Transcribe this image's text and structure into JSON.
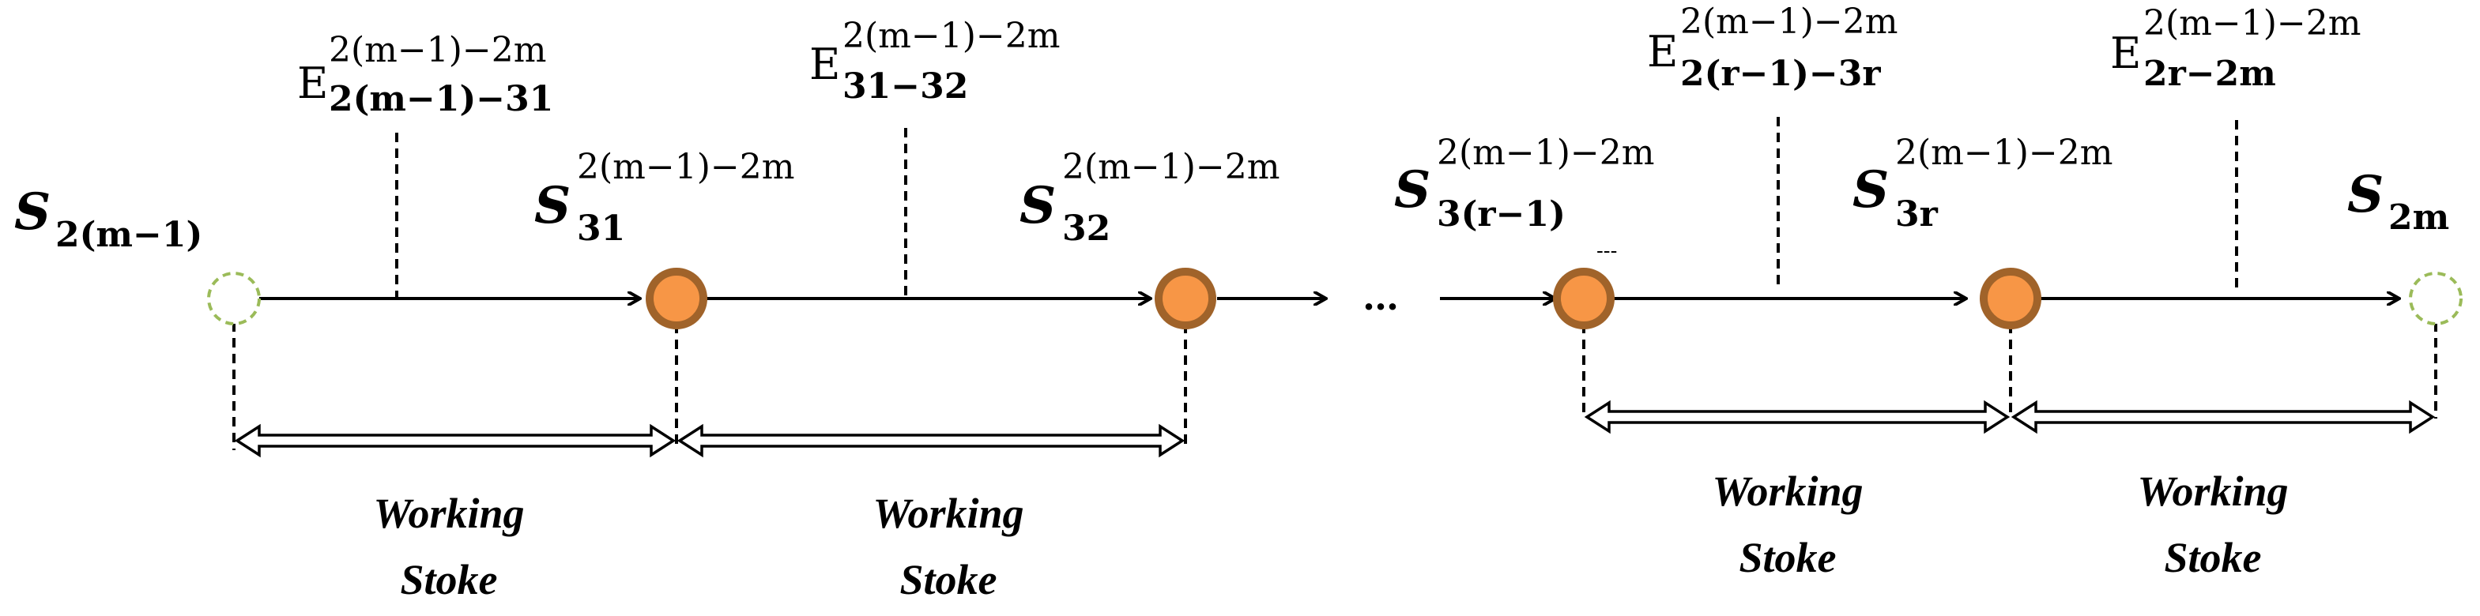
{
  "colors": {
    "line": "#000000",
    "active_state_fill": "#F79646",
    "active_state_stroke": "#A0632A",
    "virtual_state_stroke": "#9BBB59"
  },
  "states": {
    "s_start": {
      "main": "S",
      "sub": "2(m−1)"
    },
    "s31": {
      "main": "S",
      "sup": "2(m−1)−2m",
      "sub": "31"
    },
    "s32": {
      "main": "S",
      "sup": "2(m−1)−2m",
      "sub": "32"
    },
    "s3r1": {
      "main": "S",
      "sup": "2(m−1)−2m",
      "sub": "3(r−1)"
    },
    "s3r": {
      "main": "S",
      "sup": "2(m−1)−2m",
      "sub": "3r"
    },
    "s_end": {
      "main": "S",
      "sub": "2m"
    }
  },
  "events": {
    "e1": {
      "main": "E",
      "sup": "2(m−1)−2m",
      "sub": "2(m−1)−31"
    },
    "e2": {
      "main": "E",
      "sup": "2(m−1)−2m",
      "sub": "31−32"
    },
    "e3": {
      "main": "E",
      "sup": "2(m−1)−2m",
      "sub": "2(r−1)−3r"
    },
    "e4": {
      "main": "E",
      "sup": "2(m−1)−2m",
      "sub": "2r−2m"
    }
  },
  "ellipsis": "…",
  "small_mark": "---",
  "strokes": [
    {
      "line1": "Working",
      "line2": "Stoke"
    },
    {
      "line1": "Working",
      "line2": "Stoke"
    },
    {
      "line1": "Working",
      "line2": "Stoke"
    },
    {
      "line1": "Working",
      "line2": "Stoke"
    }
  ]
}
